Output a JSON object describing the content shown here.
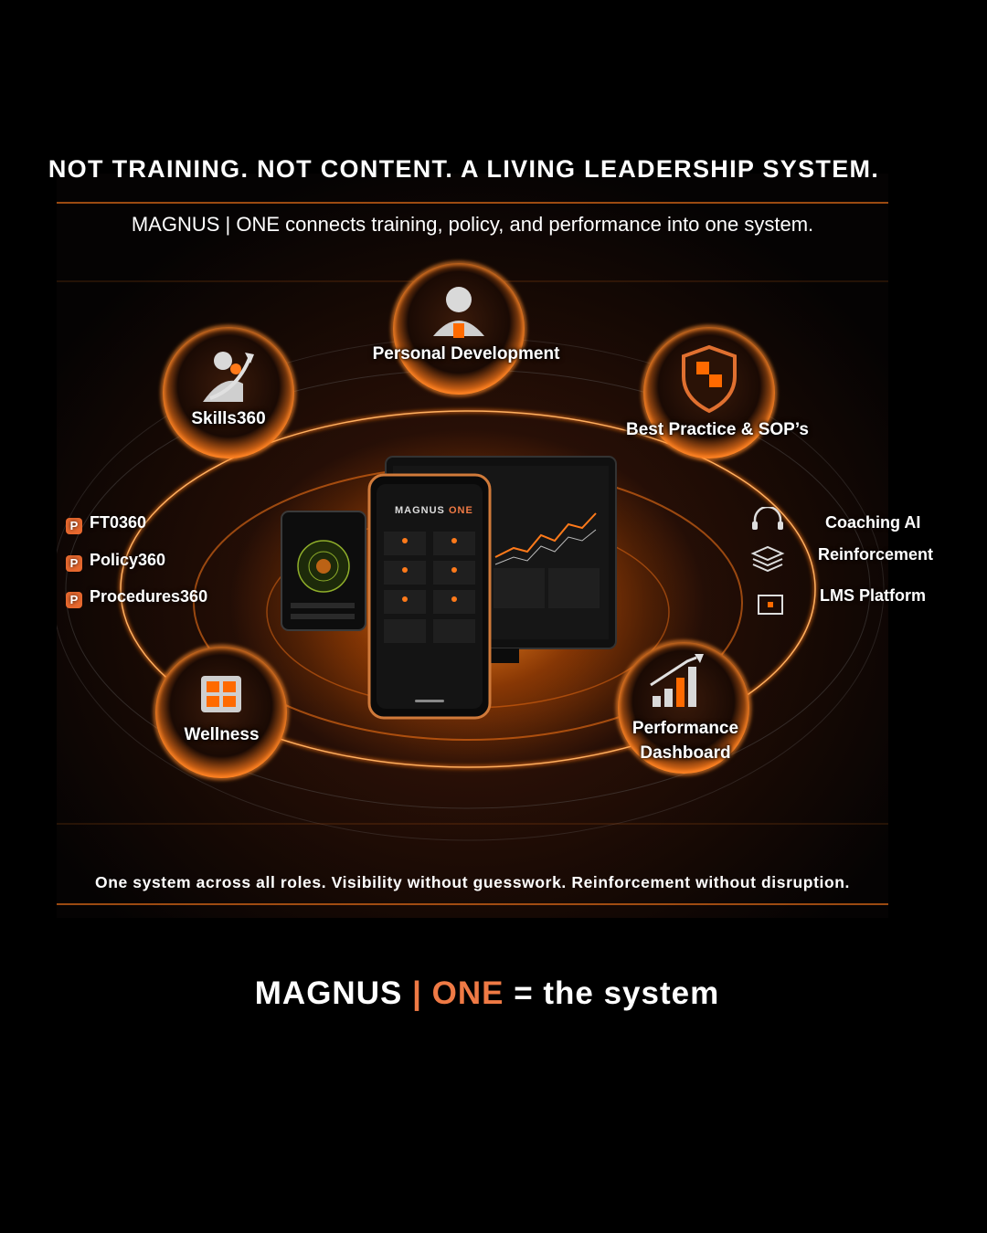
{
  "headline": "NOT TRAINING. NOT CONTENT. A LIVING LEADERSHIP SYSTEM.",
  "subheadline": "MAGNUS | ONE connects training, policy, and performance into one system.",
  "nodes": {
    "personal_development": "Personal Development",
    "skills360": "Skills360",
    "best_practice": "Best Practice & SOP’s",
    "wellness": "Wellness",
    "performance_line1": "Performance",
    "performance_line2": "Dashboard"
  },
  "left_list": [
    {
      "icon": "p-logo-icon",
      "label": "FT0360"
    },
    {
      "icon": "p-logo-icon",
      "label": "Policy360"
    },
    {
      "icon": "p-logo-icon",
      "label": "Procedures360"
    }
  ],
  "right_list": [
    {
      "icon": "headset-icon",
      "label": "Coaching AI"
    },
    {
      "icon": "layers-icon",
      "label": "Reinforcement"
    },
    {
      "icon": "monitor-icon",
      "label": "LMS Platform"
    }
  ],
  "devices": {
    "phone_brand_a": "MAGNUS",
    "phone_brand_b": "ONE"
  },
  "tagline": "One system across all roles. Visibility without guesswork. Reinforcement without disruption.",
  "footer": {
    "brand": "MAGNUS",
    "separator": "|",
    "one": "ONE",
    "rest": "= the system"
  },
  "colors": {
    "accent": "#ef7a45",
    "glow": "#ff7a1a",
    "background": "#000000"
  }
}
